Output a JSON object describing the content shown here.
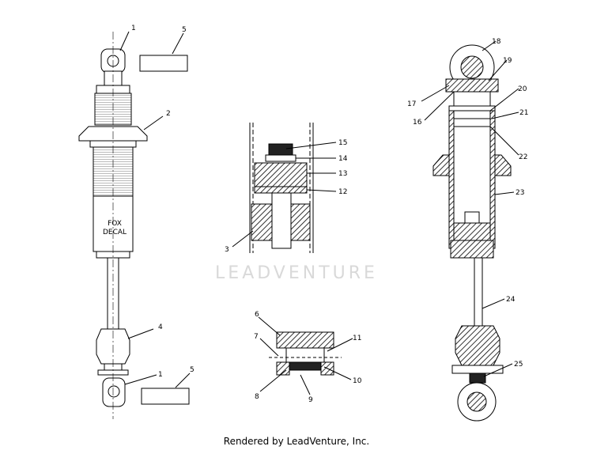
{
  "watermark": "LEADVENTURE",
  "decal_text": [
    "FOX",
    "DECAL"
  ],
  "footer": "Rendered by LeadVenture, Inc.",
  "callouts": [
    "1",
    "2",
    "3",
    "4",
    "5",
    "6",
    "7",
    "8",
    "9",
    "10",
    "11",
    "12",
    "13",
    "14",
    "15",
    "16",
    "17",
    "18",
    "19",
    "20",
    "21",
    "22",
    "23",
    "24",
    "25"
  ]
}
